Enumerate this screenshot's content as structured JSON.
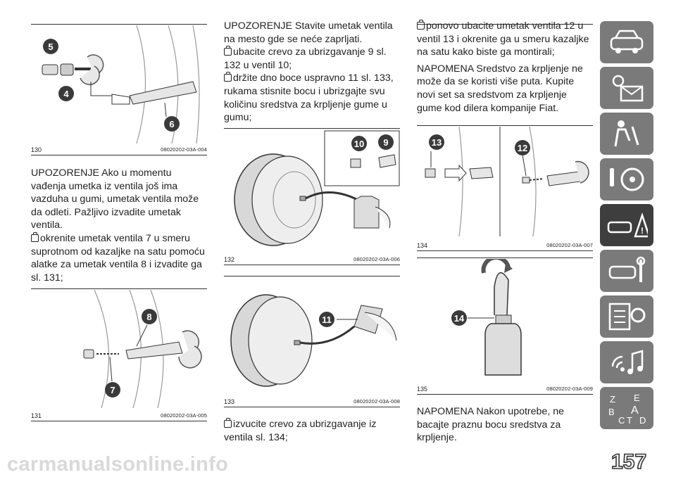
{
  "figures": [
    {
      "number": "130",
      "code": "08020202-03A-004",
      "callouts": [
        "5",
        "4",
        "6"
      ]
    },
    {
      "number": "131",
      "code": "08020202-03A-005",
      "callouts": [
        "8",
        "7"
      ]
    },
    {
      "number": "132",
      "code": "08020202-03A-006",
      "callouts": [
        "10",
        "9"
      ]
    },
    {
      "number": "133",
      "code": "08020202-03A-008",
      "callouts": [
        "11"
      ]
    },
    {
      "number": "134",
      "code": "08020202-03A-007",
      "callouts": [
        "13",
        "12"
      ]
    },
    {
      "number": "135",
      "code": "08020202-03A-009",
      "callouts": [
        "14"
      ]
    }
  ],
  "col1": {
    "warning": "UPOZORENJE Ako u momentu vađenja umetka iz ventila još ima vazduha u gumi, umetak ventila može da odleti. Pažljivo izvadite umetak ventila.",
    "step1": "okrenite umetak ventila 7 u smeru suprotnom od kazaljke na satu pomoću alatke za umetak ventila 8 i izvadite ga sl. 131;"
  },
  "col2": {
    "warning": "UPOZORENJE Stavite umetak ventila na mesto gde se neće zaprljati.",
    "step1": "ubacite crevo za ubrizgavanje 9 sl. 132 u ventil 10;",
    "step2": "držite dno boce uspravno 11 sl. 133, rukama stisnite bocu i ubrizgajte svu količinu sredstva za krpljenje gume u gumu;",
    "step3": "izvucite crevo za ubrizgavanje iz ventila sl. 134;"
  },
  "col3": {
    "step1": "ponovo ubacite umetak ventila 12 u ventil 13 i okrenite ga u smeru kazaljke na satu kako biste ga montirali;",
    "note1": "NAPOMENA Sredstvo za krpljenje ne može da se koristi više puta. Kupite novi set sa sredstvom za krpljenje gume kod dilera kompanije Fiat.",
    "note2": "NAPOMENA Nakon upotrebe, ne bacajte praznu bocu sredstva za krpljenje."
  },
  "sidebar": {
    "tabs": [
      "car-info-icon",
      "warning-lights-icon",
      "safety-icon",
      "driving-icon",
      "emergency-icon",
      "maintenance-icon",
      "specs-icon",
      "multimedia-icon",
      "index-icon"
    ],
    "active_index": 4,
    "index_letters": [
      "Z",
      "E",
      "B",
      "A",
      "C",
      "T",
      "D"
    ]
  },
  "page_number": "157",
  "watermark": "carmanualsonline.info",
  "colors": {
    "tab": "#7a7a7a",
    "tab_active": "#3e3e3e",
    "badge": "#3a3a3a"
  }
}
